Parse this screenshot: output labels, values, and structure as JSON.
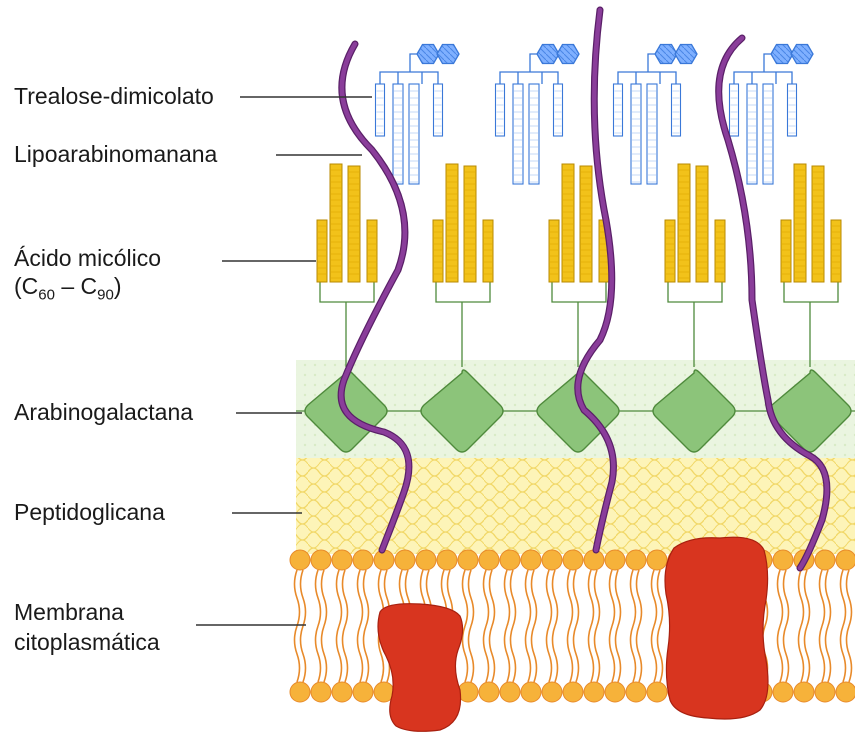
{
  "labels": {
    "trehalose": "Trealose-dimicolato",
    "lipoarabinomannan": "Lipoarabinomanana",
    "mycolic_acid": "Ácido micólico",
    "mycolic_range": {
      "open": "(C",
      "sub1": "60",
      "dash": " – C",
      "sub2": "90",
      "close": ")"
    },
    "arabinogalactan": "Arabinogalactana",
    "peptidoglycan": "Peptidoglicana",
    "membrane_line1": "Membrana",
    "membrane_line2": "citoplasmática"
  },
  "colors": {
    "trehalose": "#3a78d8",
    "mycolic_fill": "#f2c21a",
    "mycolic_stroke": "#b88a00",
    "arabinogalactan_fill": "#8cc47a",
    "arabinogalactan_stroke": "#4f8a3c",
    "peptidoglycan": "#fbe98c",
    "membrane_head": "#f6b23a",
    "membrane_tail": "#e88a2a",
    "protein": "#d8351f",
    "lipoarabinomannan": "#8a3d9a"
  }
}
